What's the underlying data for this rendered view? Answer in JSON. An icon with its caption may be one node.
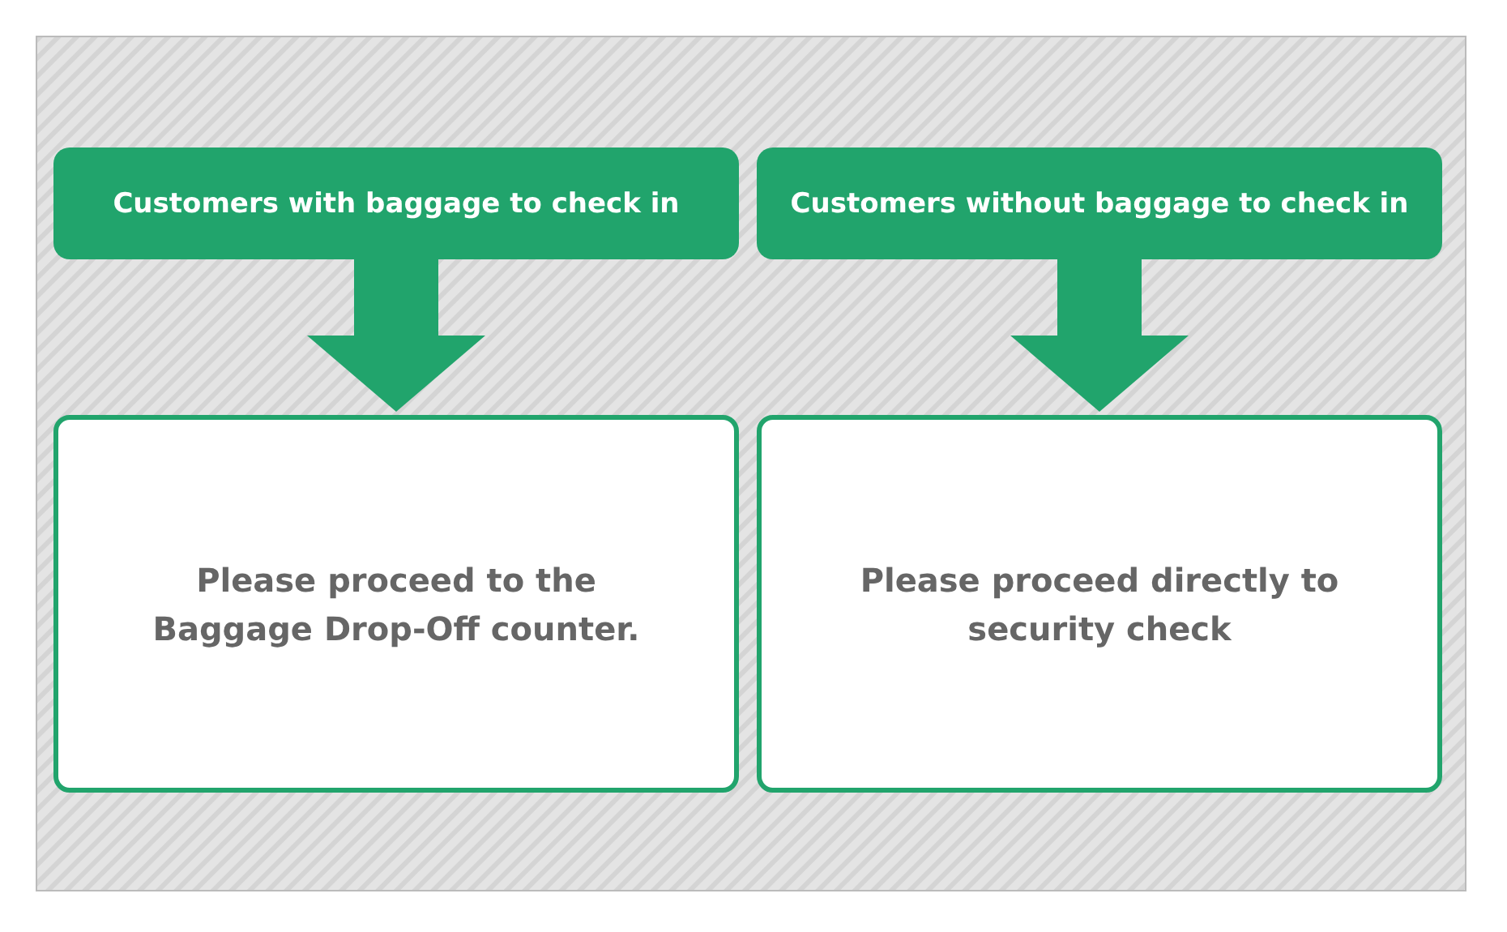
{
  "diagram": {
    "nodes": [
      {
        "text": [
          "Customers with baggage to check in"
        ]
      },
      {
        "text": [
          "Customers without baggage to check in"
        ]
      },
      {
        "text": [
          "Please proceed to the Baggage Drop-Off counter."
        ]
      },
      {
        "text": [
          "Please proceed directly to security check"
        ]
      }
    ],
    "edges": [
      {
        "from": 0,
        "to": 2,
        "arrow": "to"
      },
      {
        "from": 1,
        "to": 3,
        "arrow": "to"
      }
    ]
  }
}
